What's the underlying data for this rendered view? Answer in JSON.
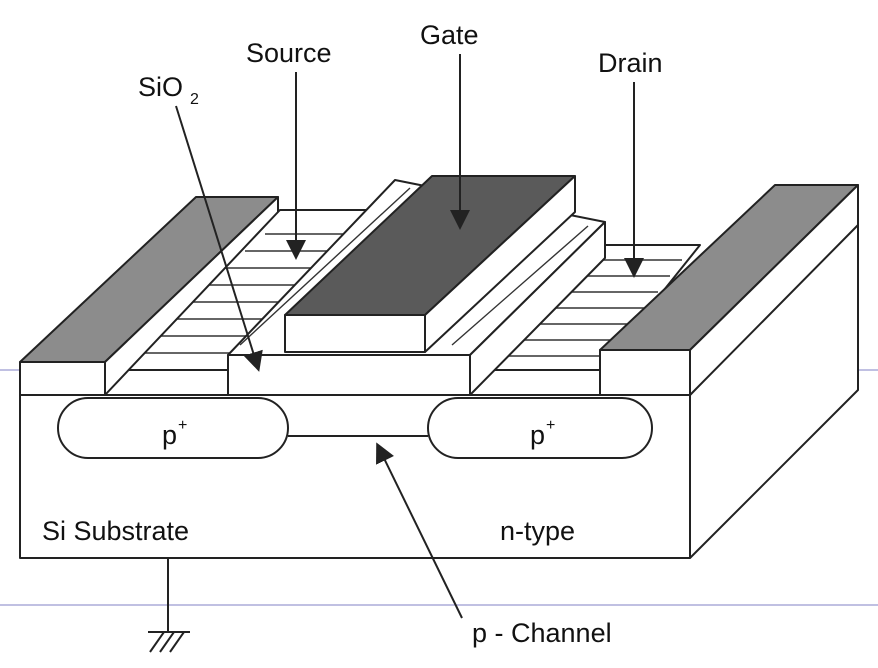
{
  "diagram": {
    "labels": {
      "source": "Source",
      "gate": "Gate",
      "drain": "Drain",
      "oxide_base": "SiO",
      "oxide_subscript": "2",
      "p_plus_left_base": "p",
      "p_plus_left_sup": "+",
      "p_plus_right_base": "p",
      "p_plus_right_sup": "+",
      "substrate": "Si Substrate",
      "doping": "n-type",
      "channel": "p - Channel"
    },
    "colors": {
      "outline": "#222222",
      "gate_fill": "#5a5a5a",
      "contact_fill": "#8c8c8c",
      "guide_line": "#9a9ad0",
      "background": "#ffffff"
    }
  }
}
